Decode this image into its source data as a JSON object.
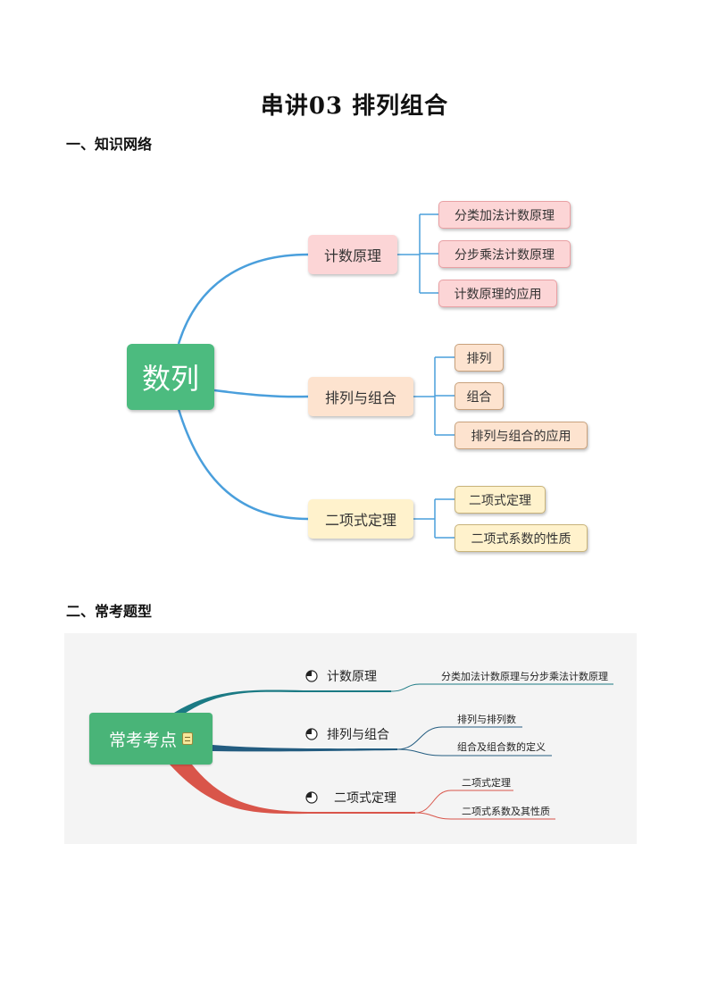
{
  "page_title": "串讲03    排列组合",
  "section1": {
    "heading": "一、知识网络",
    "root": "数列",
    "branches": [
      {
        "label": "计数原理",
        "children": [
          "分类加法计数原理",
          "分步乘法计数原理",
          "计数原理的应用"
        ]
      },
      {
        "label": "排列与组合",
        "children": [
          "排列",
          "组合",
          "排列与组合的应用"
        ]
      },
      {
        "label": "二项式定理",
        "children": [
          "二项式定理",
          "二项式系数的性质"
        ]
      }
    ]
  },
  "section2": {
    "heading": "二、常考题型",
    "root": "常考考点",
    "topics": [
      {
        "label": "计数原理",
        "children": [
          "分类加法计数原理与分步乘法计数原理"
        ]
      },
      {
        "label": "排列与组合",
        "children": [
          "排列与排列数",
          "组合及组合数的定义"
        ]
      },
      {
        "label": "二项式定理",
        "children": [
          "二项式定理",
          "二项式系数及其性质"
        ]
      }
    ]
  },
  "colors": {
    "mindmap_line": "#4a9fdc",
    "root_green": "#4cbb7f",
    "branch_pink": "#fcd5d6",
    "branch_peach": "#fde3cf",
    "branch_yellow": "#fff2cc",
    "topic_teal": "#1b7a84",
    "topic_blue": "#235c80",
    "topic_red": "#d9554a"
  },
  "icons": {
    "root2": "note-icon",
    "topic": "pie-chart-icon"
  }
}
